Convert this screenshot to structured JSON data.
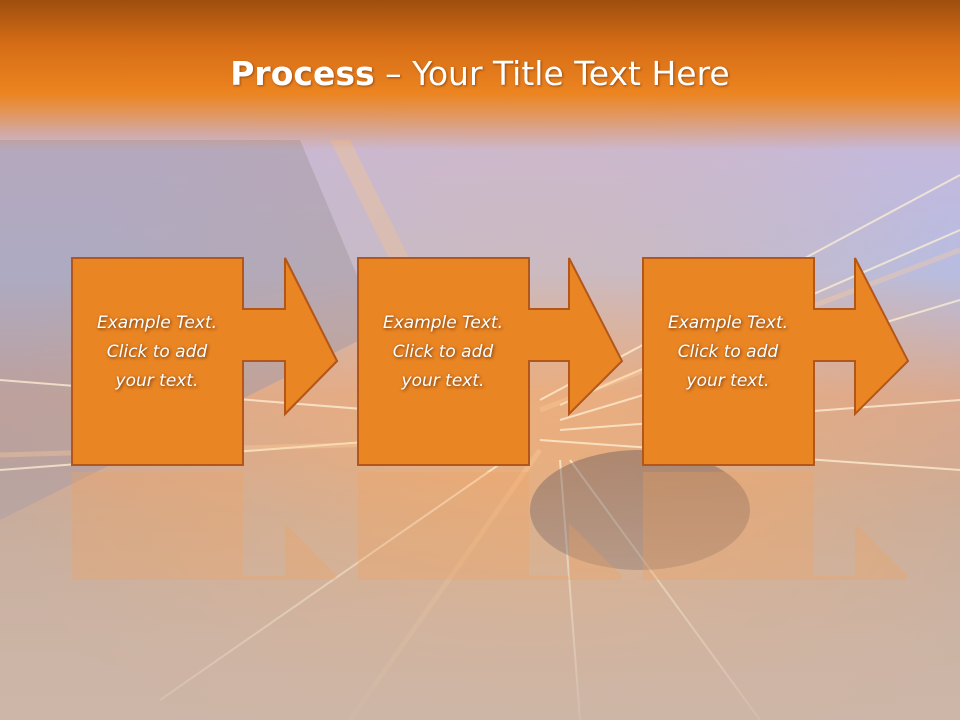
{
  "slide": {
    "title_bold": "Process",
    "title_rest": " – Your Title Text Here"
  },
  "steps": [
    {
      "text": "Example Text.\nClick  to add\nyour text."
    },
    {
      "text": "Example Text.\nClick  to add\nyour text."
    },
    {
      "text": "Example Text.\nClick  to add\nyour text."
    }
  ],
  "colors": {
    "accent": "#ea8523",
    "accent_border": "#b3561a",
    "title_bar": "#d66d16"
  }
}
